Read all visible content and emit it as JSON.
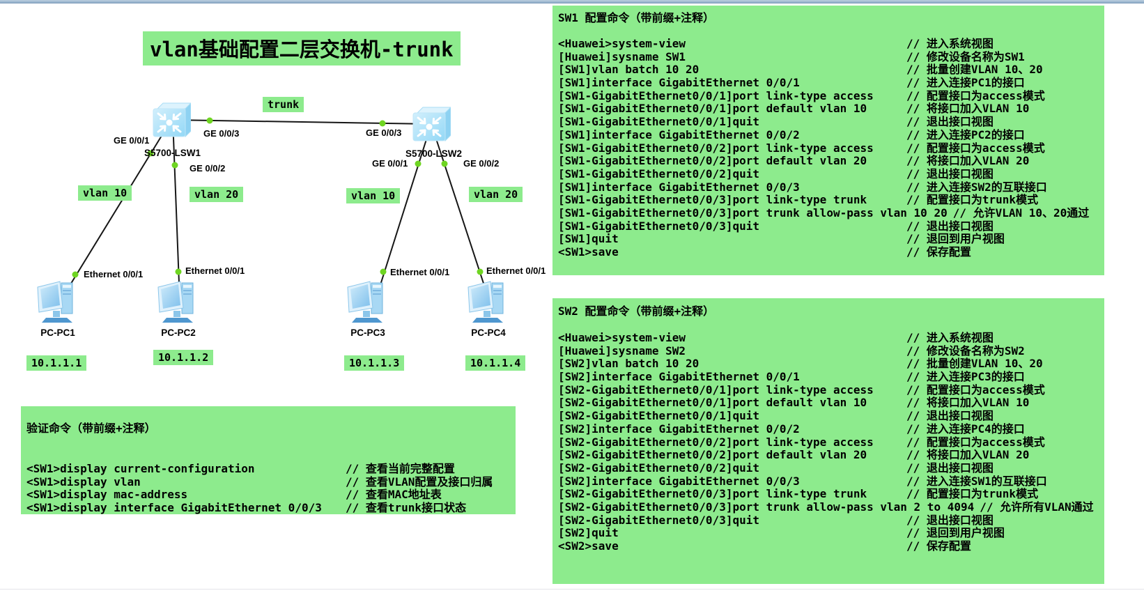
{
  "title": "vlan基础配置二层交换机-trunk",
  "colors": {
    "highlight_green": "#8deb8d",
    "link_dot_green": "#6fd522",
    "top_bar_blue": "#9db8d2",
    "device_blue": "#9bdcf7"
  },
  "diagram": {
    "trunk_label": "trunk",
    "switch1": {
      "name": "S5700-LSW1"
    },
    "switch2": {
      "name": "S5700-LSW2"
    },
    "port_labels": {
      "sw1_ge1": "GE 0/0/1",
      "sw1_ge2": "GE 0/0/2",
      "sw1_ge3": "GE 0/0/3",
      "sw2_ge1": "GE 0/0/1",
      "sw2_ge2": "GE 0/0/2",
      "sw2_ge3": "GE 0/0/3"
    },
    "vlan_labels": [
      "vlan 10",
      "vlan 20",
      "vlan 10",
      "vlan 20"
    ],
    "pcs": [
      {
        "name": "PC-PC1",
        "ip": "10.1.1.1",
        "port": "Ethernet 0/0/1"
      },
      {
        "name": "PC-PC2",
        "ip": "10.1.1.2",
        "port": "Ethernet 0/0/1"
      },
      {
        "name": "PC-PC3",
        "ip": "10.1.1.3",
        "port": "Ethernet 0/0/1"
      },
      {
        "name": "PC-PC4",
        "ip": "10.1.1.4",
        "port": "Ethernet 0/0/1"
      }
    ]
  },
  "verify_panel": {
    "title": "验证命令（带前缀+注释）",
    "lines": [
      {
        "cmd": "<SW1>display current-configuration",
        "comment": "// 查看当前完整配置"
      },
      {
        "cmd": "<SW1>display vlan",
        "comment": "// 查看VLAN配置及接口归属"
      },
      {
        "cmd": "<SW1>display mac-address",
        "comment": "// 查看MAC地址表"
      },
      {
        "cmd": "<SW1>display interface GigabitEthernet 0/0/3",
        "comment": "// 查看trunk接口状态"
      }
    ]
  },
  "sw1_panel": {
    "title": "SW1 配置命令（带前缀+注释）",
    "lines": [
      {
        "cmd": "<Huawei>system-view",
        "comment": "// 进入系统视图"
      },
      {
        "cmd": "[Huawei]sysname SW1",
        "comment": "// 修改设备名称为SW1"
      },
      {
        "cmd": "[SW1]vlan batch 10 20",
        "comment": "// 批量创建VLAN 10、20"
      },
      {
        "cmd": "[SW1]interface GigabitEthernet 0/0/1",
        "comment": "// 进入连接PC1的接口"
      },
      {
        "cmd": "[SW1-GigabitEthernet0/0/1]port link-type access",
        "comment": "// 配置接口为access模式"
      },
      {
        "cmd": "[SW1-GigabitEthernet0/0/1]port default vlan 10",
        "comment": "// 将接口加入VLAN 10"
      },
      {
        "cmd": "[SW1-GigabitEthernet0/0/1]quit",
        "comment": "// 退出接口视图"
      },
      {
        "cmd": "[SW1]interface GigabitEthernet 0/0/2",
        "comment": "// 进入连接PC2的接口"
      },
      {
        "cmd": "[SW1-GigabitEthernet0/0/2]port link-type access",
        "comment": "// 配置接口为access模式"
      },
      {
        "cmd": "[SW1-GigabitEthernet0/0/2]port default vlan 20",
        "comment": "// 将接口加入VLAN 20"
      },
      {
        "cmd": "[SW1-GigabitEthernet0/0/2]quit",
        "comment": "// 退出接口视图"
      },
      {
        "cmd": "[SW1]interface GigabitEthernet 0/0/3",
        "comment": "// 进入连接SW2的互联接口"
      },
      {
        "cmd": "[SW1-GigabitEthernet0/0/3]port link-type trunk",
        "comment": "// 配置接口为trunk模式"
      },
      {
        "cmd": "[SW1-GigabitEthernet0/0/3]port trunk allow-pass vlan 10 20",
        "comment": "// 允许VLAN 10、20通过"
      },
      {
        "cmd": "[SW1-GigabitEthernet0/0/3]quit",
        "comment": "// 退出接口视图"
      },
      {
        "cmd": "[SW1]quit",
        "comment": "// 退回到用户视图"
      },
      {
        "cmd": "<SW1>save",
        "comment": "// 保存配置"
      }
    ]
  },
  "sw2_panel": {
    "title": "SW2 配置命令（带前缀+注释）",
    "lines": [
      {
        "cmd": "<Huawei>system-view",
        "comment": "// 进入系统视图"
      },
      {
        "cmd": "[Huawei]sysname SW2",
        "comment": "// 修改设备名称为SW2"
      },
      {
        "cmd": "[SW2]vlan batch 10 20",
        "comment": "// 批量创建VLAN 10、20"
      },
      {
        "cmd": "[SW2]interface GigabitEthernet 0/0/1",
        "comment": "// 进入连接PC3的接口"
      },
      {
        "cmd": "[SW2-GigabitEthernet0/0/1]port link-type access",
        "comment": "// 配置接口为access模式"
      },
      {
        "cmd": "[SW2-GigabitEthernet0/0/1]port default vlan 10",
        "comment": "// 将接口加入VLAN 10"
      },
      {
        "cmd": "[SW2-GigabitEthernet0/0/1]quit",
        "comment": "// 退出接口视图"
      },
      {
        "cmd": "[SW2]interface GigabitEthernet 0/0/2",
        "comment": "// 进入连接PC4的接口"
      },
      {
        "cmd": "[SW2-GigabitEthernet0/0/2]port link-type access",
        "comment": "// 配置接口为access模式"
      },
      {
        "cmd": "[SW2-GigabitEthernet0/0/2]port default vlan 20",
        "comment": "// 将接口加入VLAN 20"
      },
      {
        "cmd": "[SW2-GigabitEthernet0/0/2]quit",
        "comment": "// 退出接口视图"
      },
      {
        "cmd": "[SW2]interface GigabitEthernet 0/0/3",
        "comment": "// 进入连接SW1的互联接口"
      },
      {
        "cmd": "[SW2-GigabitEthernet0/0/3]port link-type trunk",
        "comment": "// 配置接口为trunk模式"
      },
      {
        "cmd": "[SW2-GigabitEthernet0/0/3]port trunk allow-pass vlan 2 to 4094",
        "comment": "// 允许所有VLAN通过"
      },
      {
        "cmd": "[SW2-GigabitEthernet0/0/3]quit",
        "comment": "// 退出接口视图"
      },
      {
        "cmd": "[SW2]quit",
        "comment": "// 退回到用户视图"
      },
      {
        "cmd": "<SW2>save",
        "comment": "// 保存配置"
      }
    ]
  }
}
